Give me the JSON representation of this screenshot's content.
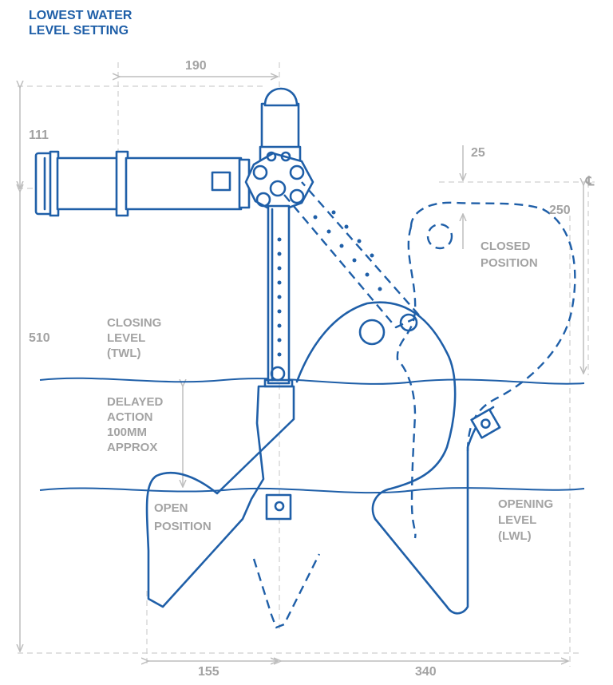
{
  "title": {
    "line1": "LOWEST WATER",
    "line2": "LEVEL SETTING"
  },
  "dimensions": {
    "d190": "190",
    "d111": "111",
    "d25": "25",
    "d250": "250",
    "d510": "510",
    "d155": "155",
    "d340": "340"
  },
  "centerline_symbol": "℄",
  "labels": {
    "closing_level": [
      "CLOSING",
      "LEVEL",
      "(TWL)"
    ],
    "delayed_action": [
      "DELAYED",
      "ACTION",
      "100MM",
      "APPROX"
    ],
    "open_position": [
      "OPEN",
      "POSITION"
    ],
    "closed_position": [
      "CLOSED",
      "POSITION"
    ],
    "opening_level": [
      "OPENING",
      "LEVEL",
      "(LWL)"
    ]
  },
  "colors": {
    "line": "#1f5fa8",
    "dimension": "#a3a3a3",
    "extension": "#cfcfcf"
  }
}
